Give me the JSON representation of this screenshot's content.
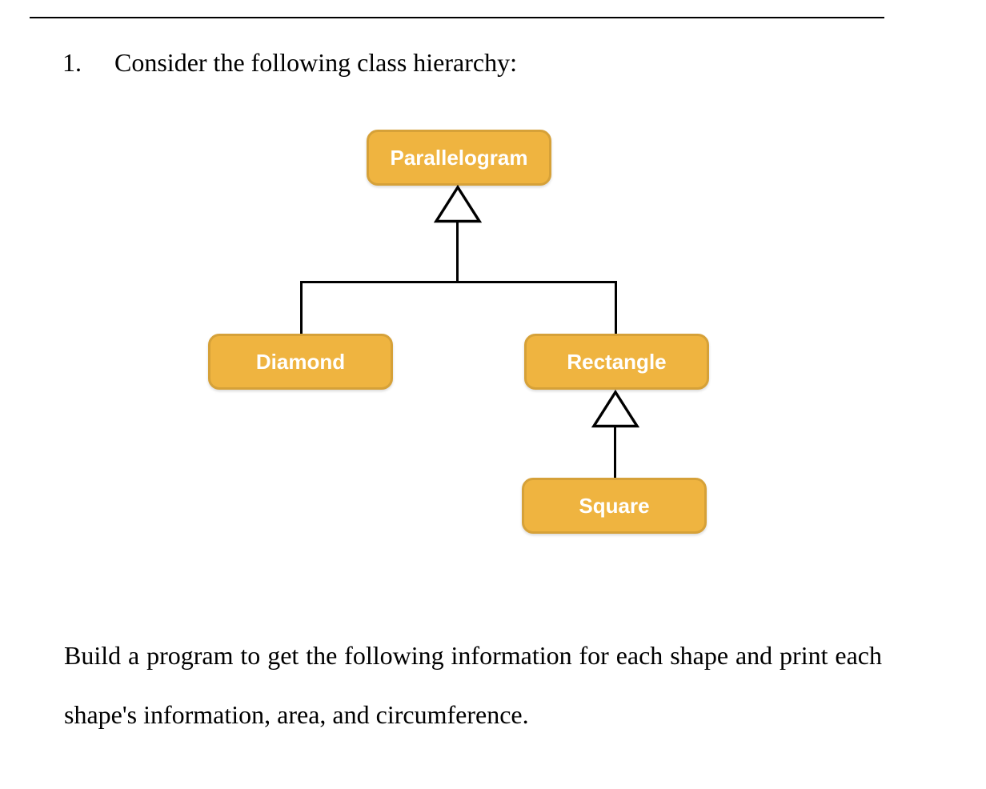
{
  "document": {
    "question_number": "1.",
    "question_text": "Consider the following class hierarchy:",
    "task_text_line1": "Build a program to get the following information for each shape and print each",
    "task_text_line2": "shape's information, area, and circumference."
  },
  "diagram": {
    "type": "class-hierarchy",
    "nodes": [
      {
        "id": "parallelogram",
        "label": "Parallelogram"
      },
      {
        "id": "diamond",
        "label": "Diamond"
      },
      {
        "id": "rectangle",
        "label": "Rectangle"
      },
      {
        "id": "square",
        "label": "Square"
      }
    ],
    "edges": [
      {
        "from": "Diamond",
        "to": "Parallelogram",
        "type": "inheritance"
      },
      {
        "from": "Rectangle",
        "to": "Parallelogram",
        "type": "inheritance"
      },
      {
        "from": "Square",
        "to": "Rectangle",
        "type": "inheritance"
      }
    ],
    "colors": {
      "node_fill": "#EFB440",
      "node_border": "#D6A138",
      "node_text": "#FFFFFF",
      "connector": "#000000"
    }
  }
}
